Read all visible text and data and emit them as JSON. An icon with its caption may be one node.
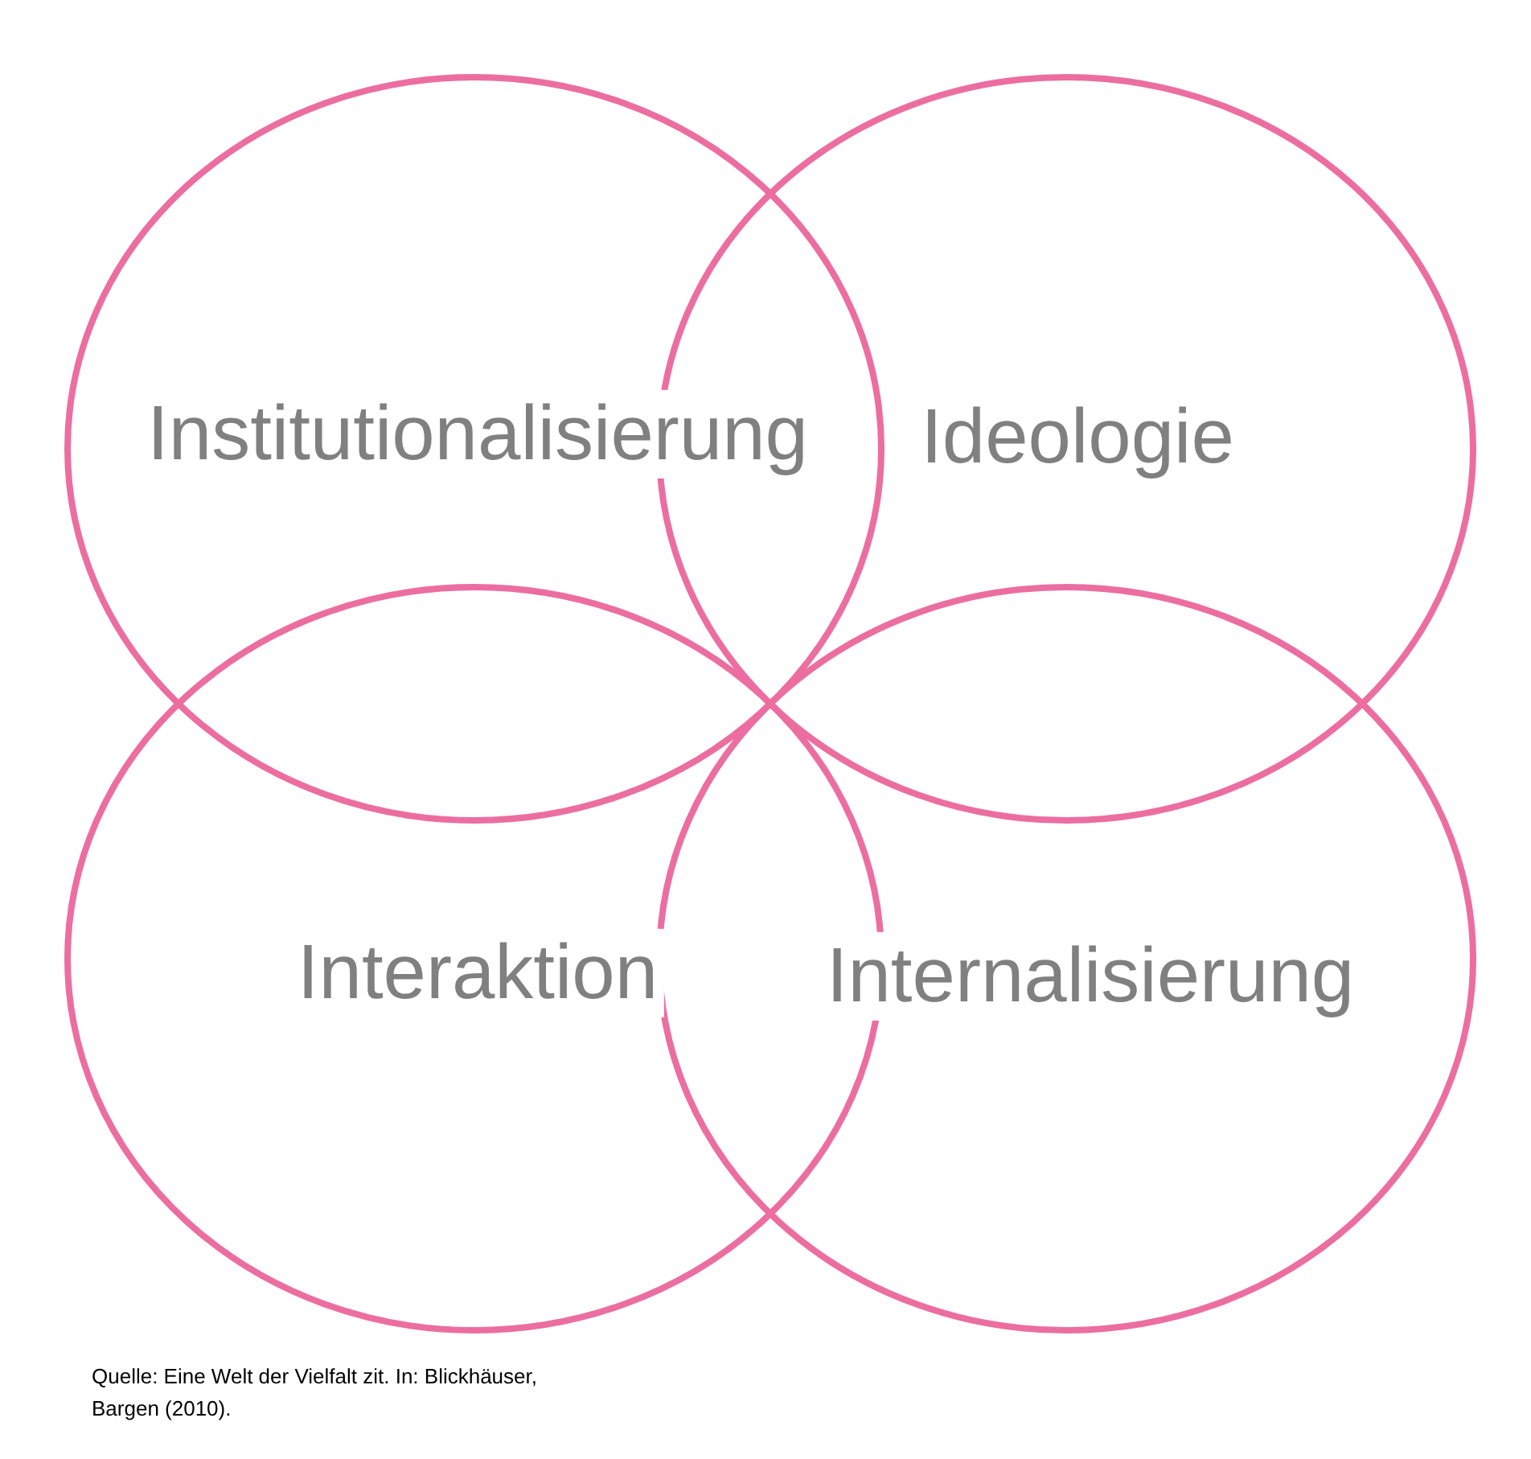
{
  "diagram": {
    "caption": "Quelle: Eine Welt der Vielfalt zit. In: Blickhäuser, Bargen (2010).",
    "nodes": [
      {
        "text": [
          "Institutionalisierung"
        ]
      },
      {
        "text": [
          "Ideologie"
        ]
      },
      {
        "text": [
          "Interaktion"
        ]
      },
      {
        "text": [
          "Internalisierung"
        ]
      }
    ]
  }
}
